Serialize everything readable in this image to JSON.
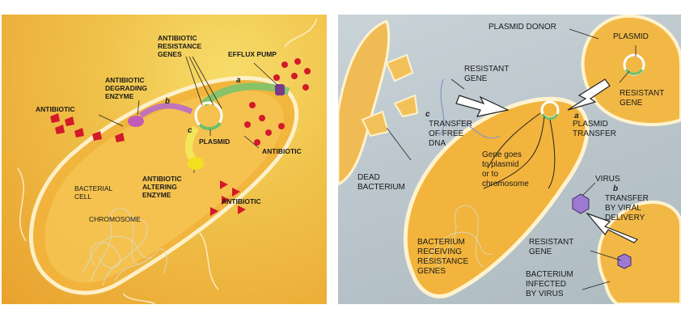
{
  "left": {
    "labels": {
      "resistance_genes": "ANTIBIOTIC\nRESISTANCE\nGENES",
      "efflux_pump": "EFFLUX PUMP",
      "degrading_enzyme": "ANTIBIOTIC\nDEGRADING\nENZYME",
      "antibiotic_left": "ANTIBIOTIC",
      "plasmid": "PLASMID",
      "antibiotic_right": "ANTIBIOTIC",
      "altering_enzyme": "ANTIBIOTIC\nALTERING\nENZYME",
      "antibiotic_bottom": "ANTIBIOTIC",
      "bacterial_cell": "BACTERIAL\nCELL",
      "chromosome": "CHROMOSOME"
    },
    "letters": {
      "a": "a",
      "b": "b",
      "c": "c"
    }
  },
  "right": {
    "labels": {
      "plasmid_donor": "PLASMID DONOR",
      "plasmid": "PLASMID",
      "resistant_gene_top": "RESISTANT\nGENE",
      "resistant_gene_right": "RESISTANT\nGENE",
      "transfer_free_dna": "TRANSFER\nOF FREE\nDNA",
      "plasmid_transfer": "PLASMID\nTRANSFER",
      "gene_goes": "Gene goes\nto plasmid\nor to\nchromosome",
      "dead_bacterium": "DEAD\nBACTERIUM",
      "virus": "VIRUS",
      "viral_delivery": "TRANSFER\nBY VIRAL\nDELIVERY",
      "resistant_gene_bottom": "RESISTANT\nGENE",
      "bacterium_receiving": "BACTERIUM\nRECEIVING\nRESISTANCE\nGENES",
      "bacterium_infected": "BACTERIUM\nINFECTED\nBY VIRUS"
    },
    "letters": {
      "a": "a",
      "b": "b",
      "c": "c"
    }
  }
}
